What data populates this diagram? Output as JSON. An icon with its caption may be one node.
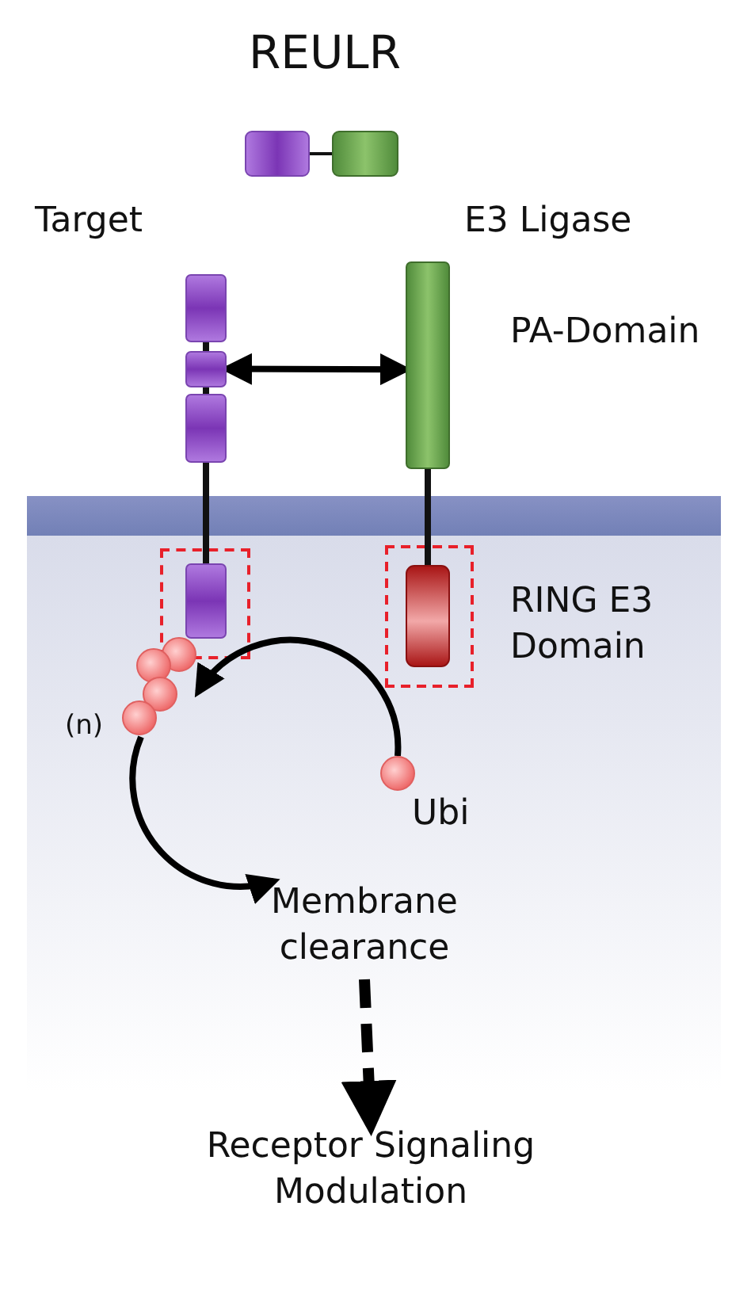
{
  "diagram": {
    "title": "REULR",
    "nodes": [
      {
        "text": [],
        "shape": "box"
      },
      {
        "text": [],
        "shape": "box"
      },
      {
        "text": [],
        "shape": "circle",
        "beside": [
          "Ubi"
        ]
      },
      {
        "text": [],
        "shape": "circle",
        "beside": [
          "(n)"
        ]
      },
      {
        "text": [
          "Membrane clearance"
        ]
      },
      {
        "text": [
          "Receptor Signaling Modulation"
        ]
      }
    ],
    "edges": [
      {
        "from": 0,
        "to": 1,
        "arrow": "both"
      },
      {
        "from": 2,
        "to": 3,
        "arrow": "to"
      },
      {
        "from": 3,
        "to": 4,
        "arrow": "to"
      },
      {
        "from": 4,
        "to": 5,
        "arrow": "to",
        "style": "dashed"
      }
    ],
    "labels": [
      "Target",
      "E3 Ligase",
      "PA-Domain",
      "RING E3 Domain"
    ]
  }
}
